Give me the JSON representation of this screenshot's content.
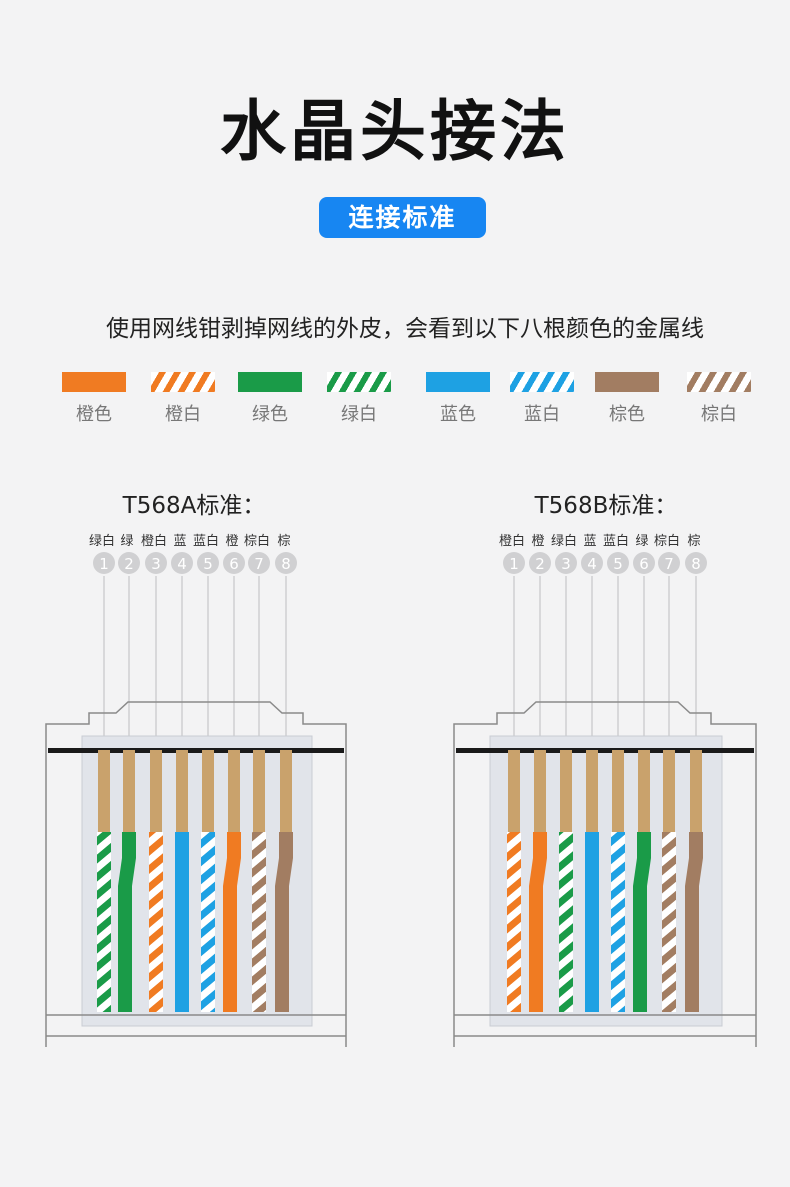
{
  "title": "水晶头接法",
  "badge": "连接标准",
  "description": "使用网线钳剥掉网线的外皮，会看到以下八根颜色的金属线",
  "colors": {
    "orange": "#f07b22",
    "green": "#1a9b48",
    "blue": "#1ea1e3",
    "brown": "#a27d62",
    "white": "#ffffff",
    "accent": "#1786f2",
    "copper": "#c9a26c"
  },
  "legend": [
    {
      "label": "橙色",
      "color": "orange",
      "striped": false
    },
    {
      "label": "橙白",
      "color": "orange",
      "striped": true
    },
    {
      "label": "绿色",
      "color": "green",
      "striped": false
    },
    {
      "label": "绿白",
      "color": "green",
      "striped": true
    },
    {
      "label": "蓝色",
      "color": "blue",
      "striped": false
    },
    {
      "label": "蓝白",
      "color": "blue",
      "striped": true
    },
    {
      "label": "棕色",
      "color": "brown",
      "striped": false
    },
    {
      "label": "棕白",
      "color": "brown",
      "striped": true
    }
  ],
  "standards": [
    {
      "name": "T568A标准：",
      "wires": [
        {
          "label": "绿白",
          "num": "1",
          "color": "green",
          "striped": true
        },
        {
          "label": "绿",
          "num": "2",
          "color": "green",
          "striped": false
        },
        {
          "label": "橙白",
          "num": "3",
          "color": "orange",
          "striped": true
        },
        {
          "label": "蓝",
          "num": "4",
          "color": "blue",
          "striped": false
        },
        {
          "label": "蓝白",
          "num": "5",
          "color": "blue",
          "striped": true
        },
        {
          "label": "橙",
          "num": "6",
          "color": "orange",
          "striped": false
        },
        {
          "label": "棕白",
          "num": "7",
          "color": "brown",
          "striped": true
        },
        {
          "label": "棕",
          "num": "8",
          "color": "brown",
          "striped": false
        }
      ]
    },
    {
      "name": "T568B标准：",
      "wires": [
        {
          "label": "橙白",
          "num": "1",
          "color": "orange",
          "striped": true
        },
        {
          "label": "橙",
          "num": "2",
          "color": "orange",
          "striped": false
        },
        {
          "label": "绿白",
          "num": "3",
          "color": "green",
          "striped": true
        },
        {
          "label": "蓝",
          "num": "4",
          "color": "blue",
          "striped": false
        },
        {
          "label": "蓝白",
          "num": "5",
          "color": "blue",
          "striped": true
        },
        {
          "label": "绿",
          "num": "6",
          "color": "green",
          "striped": false
        },
        {
          "label": "棕白",
          "num": "7",
          "color": "brown",
          "striped": true
        },
        {
          "label": "棕",
          "num": "8",
          "color": "brown",
          "striped": false
        }
      ]
    }
  ]
}
